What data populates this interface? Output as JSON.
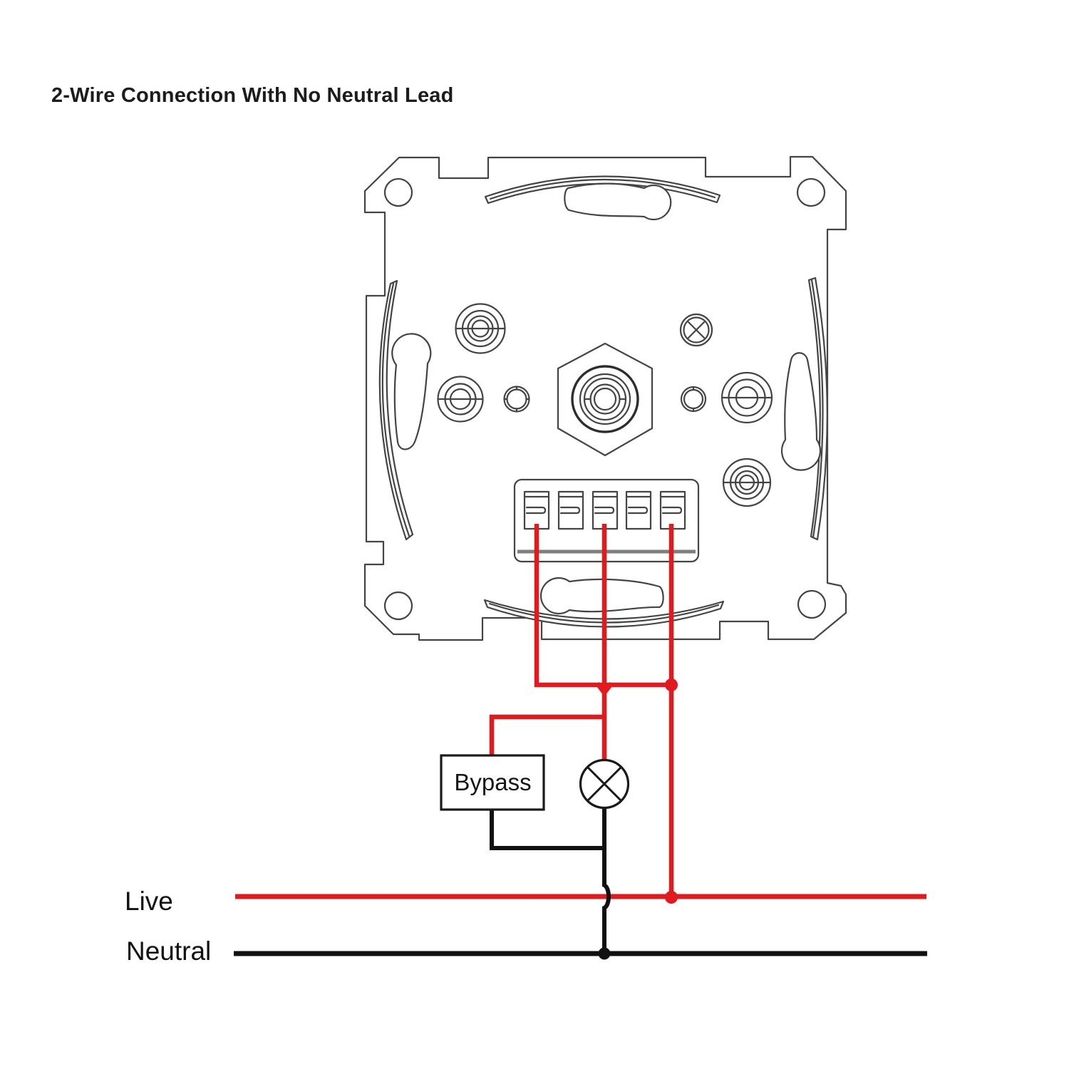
{
  "title": "2-Wire Connection With No Neutral Lead",
  "labels": {
    "bypass": "Bypass",
    "live": "Live",
    "neutral": "Neutral"
  },
  "colors": {
    "live_wire_red": "#e2191d",
    "neutral_wire_black": "#111111",
    "line_art_gray": "#444444",
    "background": "#ffffff"
  },
  "diagram": {
    "type": "wiring-diagram",
    "device": "rotary-dimmer-mechanism-rear-view",
    "terminal_block": {
      "terminal_count": 5,
      "wired_terminal_positions": [
        1,
        3,
        5
      ]
    },
    "symbols": [
      "bypass-box",
      "lamp-symbol",
      "junction-dot",
      "wire-crossover-hop"
    ],
    "rails": [
      {
        "name": "live-rail",
        "color": "#e2191d"
      },
      {
        "name": "neutral-rail",
        "color": "#111111"
      }
    ]
  }
}
